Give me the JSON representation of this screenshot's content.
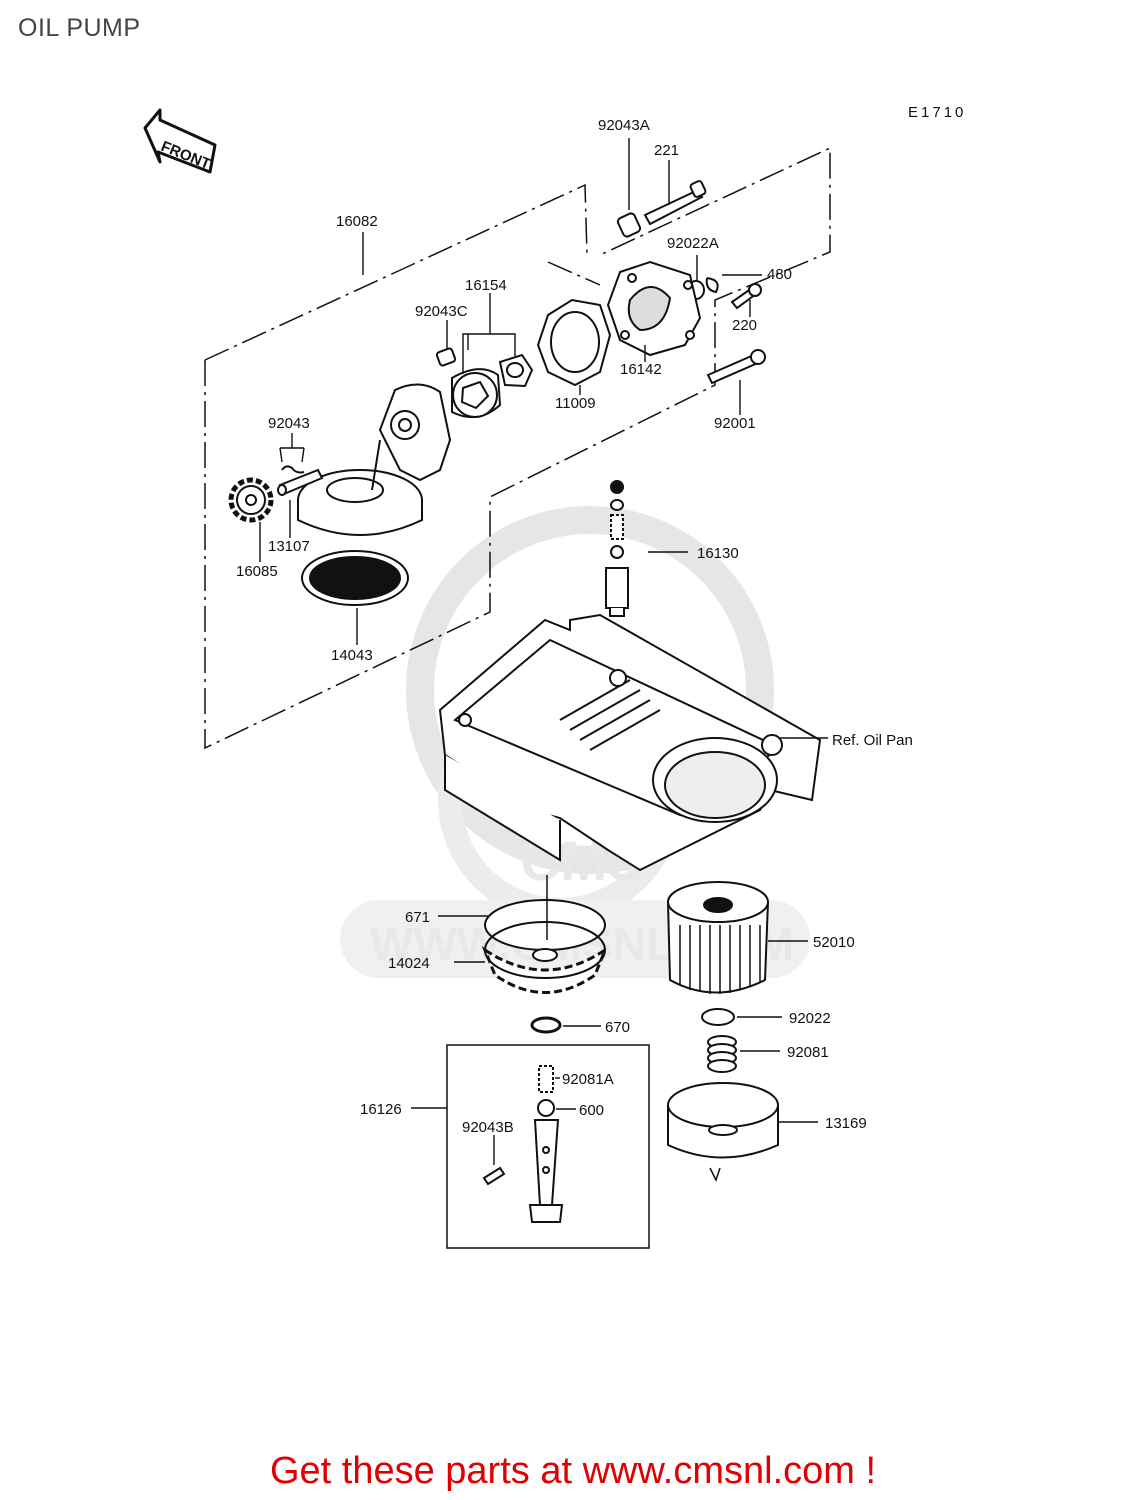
{
  "page": {
    "title": "OIL PUMP"
  },
  "diagram": {
    "code": "E1710",
    "front_marker": "FRONT",
    "watermark": {
      "logo_text": "CMS",
      "url_text": "WWW.CMSNL.COM"
    },
    "parts": [
      {
        "id": "92043a",
        "label": "92043A"
      },
      {
        "id": "221",
        "label": "221"
      },
      {
        "id": "16082",
        "label": "16082"
      },
      {
        "id": "92022a",
        "label": "92022A"
      },
      {
        "id": "480",
        "label": "480"
      },
      {
        "id": "16154",
        "label": "16154"
      },
      {
        "id": "92043c",
        "label": "92043C"
      },
      {
        "id": "220",
        "label": "220"
      },
      {
        "id": "16142",
        "label": "16142"
      },
      {
        "id": "11009",
        "label": "11009"
      },
      {
        "id": "92001",
        "label": "92001"
      },
      {
        "id": "92043",
        "label": "92043"
      },
      {
        "id": "13107",
        "label": "13107"
      },
      {
        "id": "16085",
        "label": "16085"
      },
      {
        "id": "16130",
        "label": "16130"
      },
      {
        "id": "14043",
        "label": "14043"
      },
      {
        "id": "ref-oil-pan",
        "label": "Ref. Oil Pan"
      },
      {
        "id": "671",
        "label": "671"
      },
      {
        "id": "14024",
        "label": "14024"
      },
      {
        "id": "52010",
        "label": "52010"
      },
      {
        "id": "670",
        "label": "670"
      },
      {
        "id": "92022",
        "label": "92022"
      },
      {
        "id": "92081",
        "label": "92081"
      },
      {
        "id": "16126",
        "label": "16126"
      },
      {
        "id": "92081a",
        "label": "92081A"
      },
      {
        "id": "600",
        "label": "600"
      },
      {
        "id": "92043b",
        "label": "92043B"
      },
      {
        "id": "13169",
        "label": "13169"
      }
    ]
  },
  "footer": {
    "cta": "Get these parts at www.cmsnl.com !"
  },
  "colors": {
    "cta": "#e00000",
    "line": "#111111",
    "watermark": "#e8e8e8"
  }
}
